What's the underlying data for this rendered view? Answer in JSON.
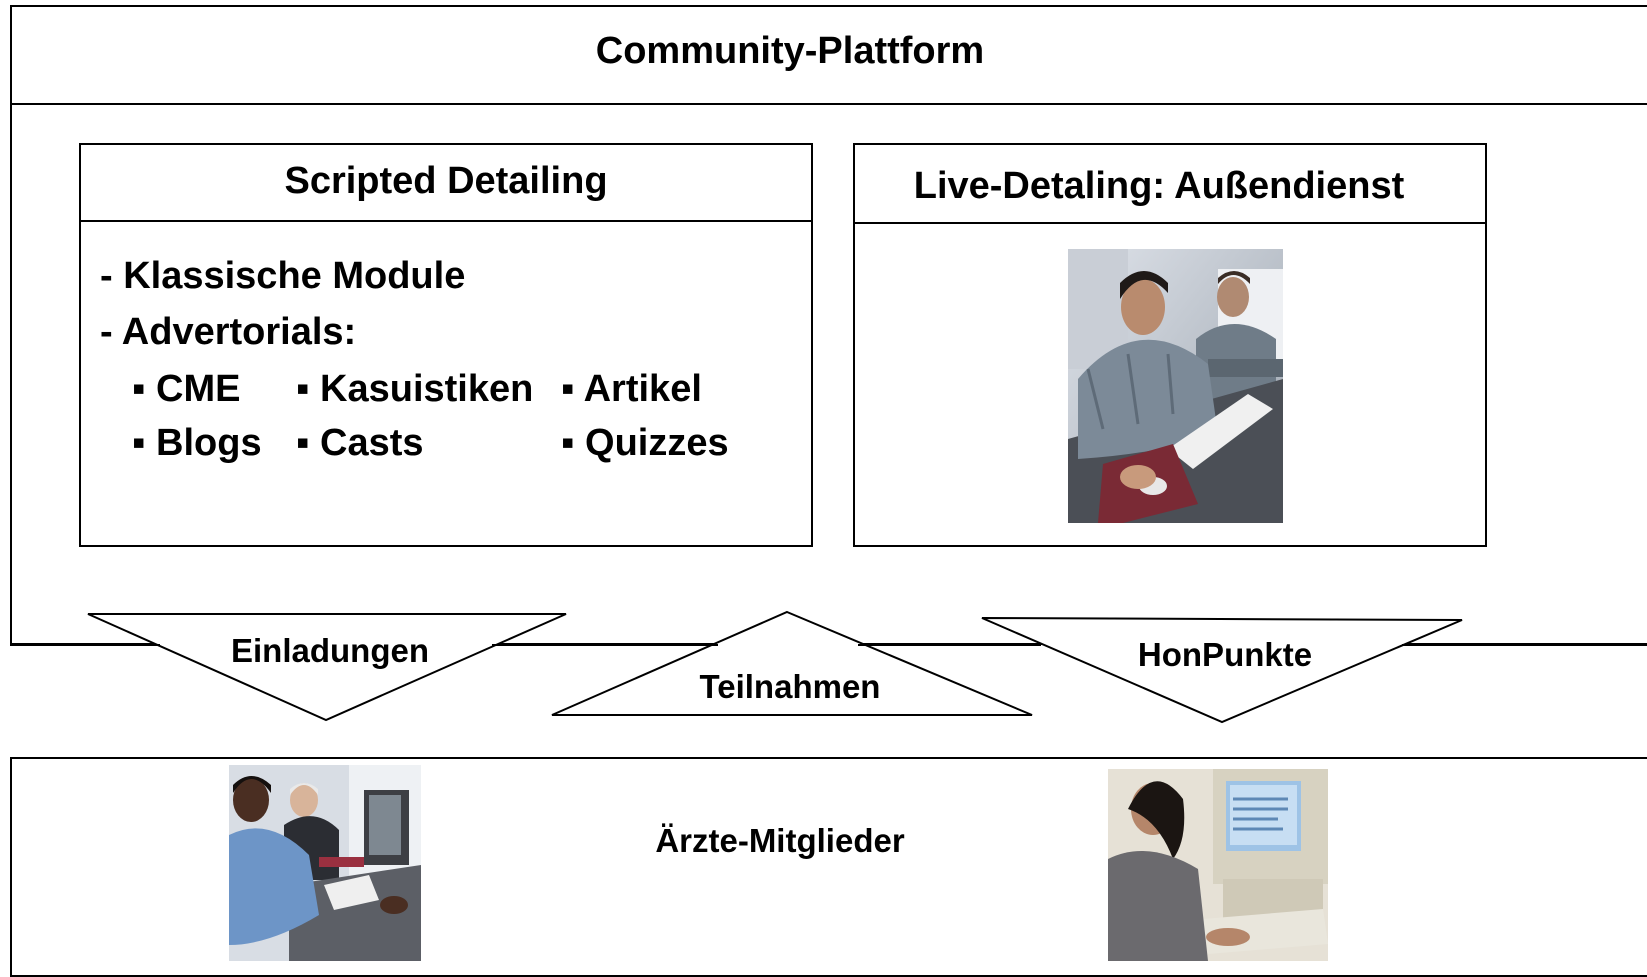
{
  "platform": {
    "title": "Community-Plattform"
  },
  "scripted_detailing": {
    "title": "Scripted Detailing",
    "lines": [
      "- Klassische Module",
      "- Advertorials:"
    ],
    "bullets_row1": [
      "▪ CME",
      "▪ Kasuistiken",
      "▪ Artikel"
    ],
    "bullets_row2": [
      "▪ Blogs",
      "▪ Casts",
      "▪ Quizzes"
    ]
  },
  "live_detailing": {
    "title": "Live-Detaling: Außendienst",
    "photo": "people-at-computers-photo"
  },
  "arrows": {
    "left": "Einladungen",
    "middle": "Teilnahmen",
    "right": "HonPunkte"
  },
  "members": {
    "label": "Ärzte-Mitglieder",
    "photos": [
      "two-people-at-computer-photo",
      "woman-at-computer-photo"
    ]
  }
}
